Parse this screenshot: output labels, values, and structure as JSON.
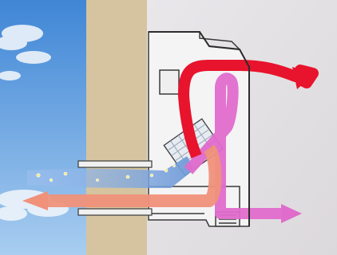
{
  "colors": {
    "sky_top": "#3f86d6",
    "sky_bottom": "#9cc6ee",
    "wall": "#d9c8a4",
    "room": "#e4e2e5",
    "unit_body": "#f2f2f2",
    "unit_outline": "#3a3a3a",
    "airflow_red": "#e8132c",
    "airflow_pink": "#e06ccc",
    "airflow_salmon": "#f0917a",
    "airflow_blue": "#6f9ad8",
    "filter_mesh": "#9aa6b4"
  },
  "icons": {
    "clouds": "cloud-icon",
    "dust_particles": "dust-icon",
    "flow_arrows": "arrow-icon"
  },
  "airflows": [
    {
      "name": "outdoor-air-intake",
      "color": "airflow_blue"
    },
    {
      "name": "room-air-exhaust",
      "color": "airflow_salmon"
    },
    {
      "name": "return-air-loop",
      "color": "airflow_red"
    },
    {
      "name": "supply-air",
      "color": "airflow_pink"
    }
  ]
}
